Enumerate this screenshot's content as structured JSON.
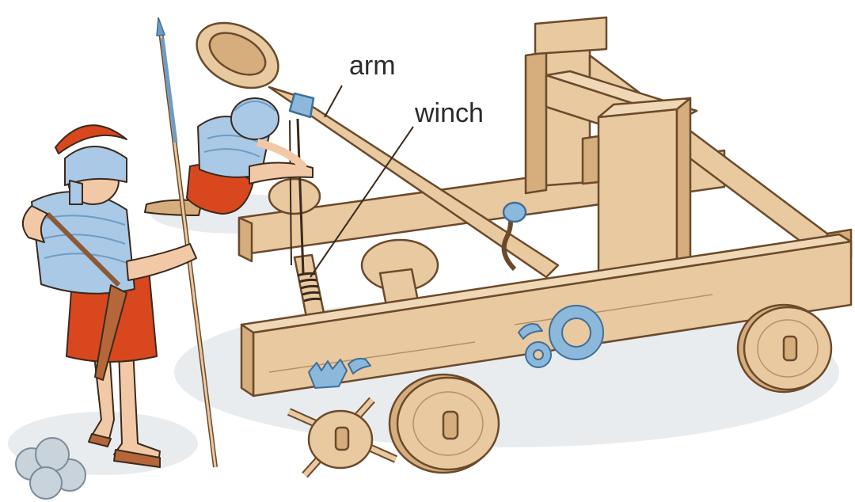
{
  "labels": {
    "arm": "arm",
    "winch": "winch"
  },
  "colors": {
    "wood": "#e8c9a0",
    "wood_dark": "#d6ad7c",
    "wood_outline": "#6b4a2c",
    "tunic": "#d9471f",
    "armor": "#a9c9e6",
    "armor_dark": "#6f9cc4",
    "gear": "#8cb8dc",
    "skin": "#f2c9a6",
    "shadow": "#e9ecef",
    "stone": "#c9d3dc",
    "callout_text": "#2b2b2b"
  },
  "icons": [
    "roman-soldier-standing",
    "roman-soldier-kneeling",
    "spear",
    "catapult",
    "stone-ammunition",
    "gear-ratchet",
    "wheel"
  ]
}
